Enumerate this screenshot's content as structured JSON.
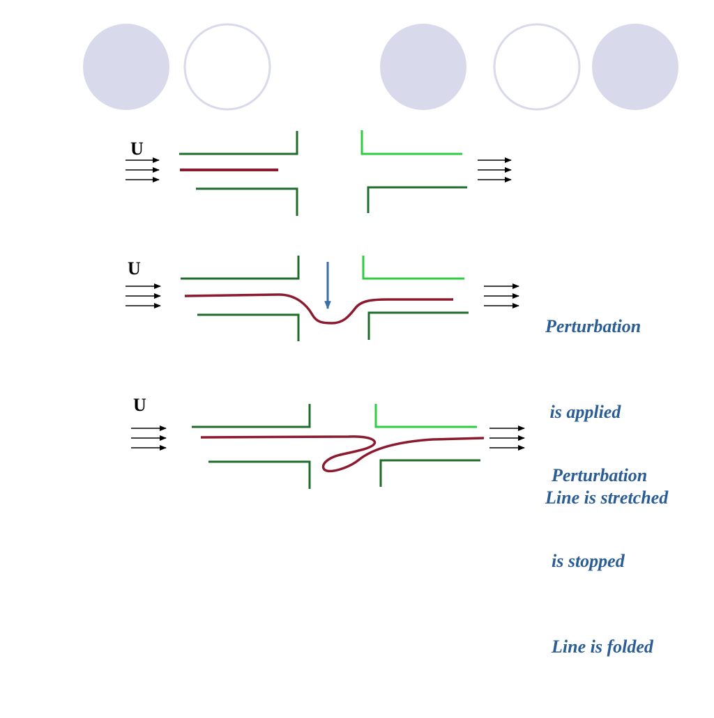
{
  "panels": [
    {
      "flow_label": "U",
      "caption_lines": []
    },
    {
      "flow_label": "U",
      "caption_lines": [
        "Perturbation",
        " is applied",
        "Line is stretched"
      ]
    },
    {
      "flow_label": "U",
      "caption_lines": [
        "Perturbation",
        "is stopped",
        "Line is folded"
      ]
    }
  ],
  "colors": {
    "circle_fill": "#d9d9ec",
    "circle_ring": "#d9d9ec",
    "wall_dark": "#1e6b2a",
    "wall_light": "#2ecc40",
    "material_line": "#8b1a2e",
    "perturbation_arrow": "#3a6ea5",
    "caption": "#2a5d95",
    "flow_arrows": "#000000"
  }
}
